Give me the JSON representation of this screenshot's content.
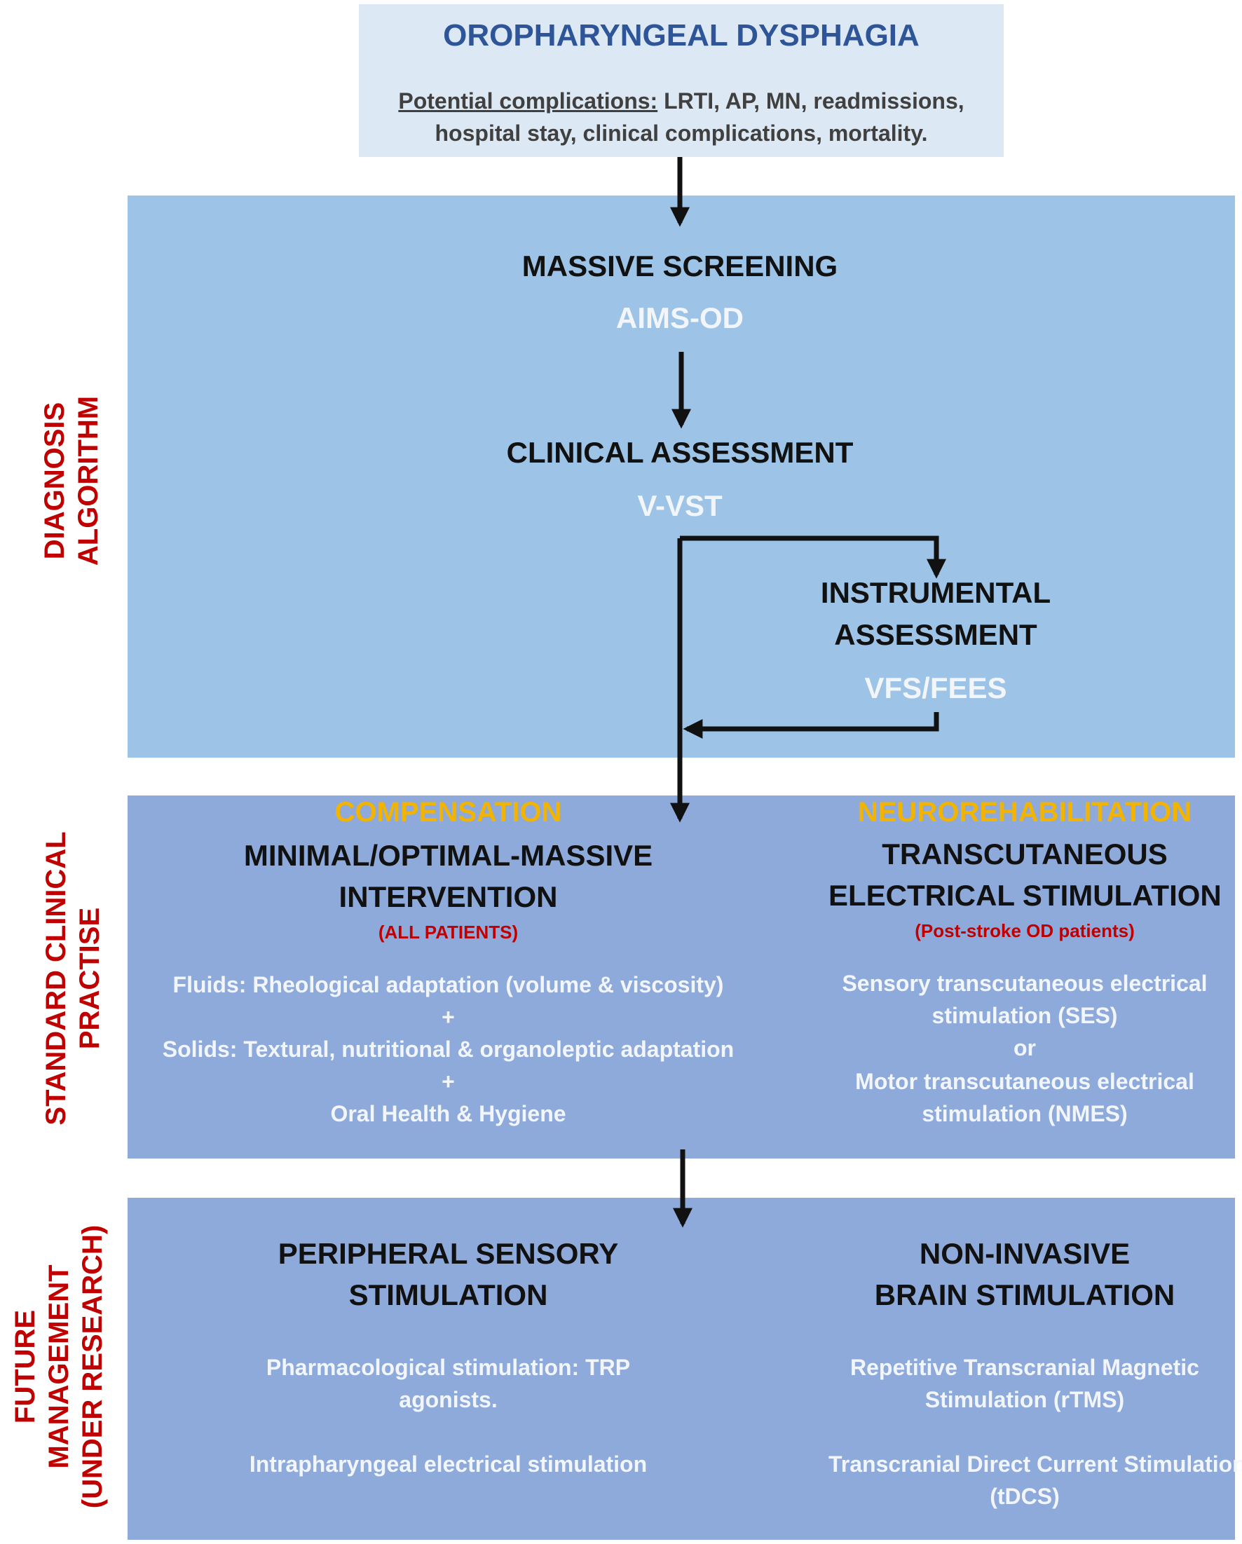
{
  "colors": {
    "top_box": "#dce8f4",
    "diagnosis_panel": "#9dc3e6",
    "lower_panels": "#8eaadb",
    "title_blue": "#2e5597",
    "label_red": "#c00000",
    "section_gold": "#f2b400"
  },
  "top": {
    "title": "OROPHARYNGEAL DYSPHAGIA",
    "complications_label": "Potential complications:",
    "complications_text": " LRTI, AP, MN, readmissions,",
    "complications_line2": "hospital stay, clinical complications, mortality."
  },
  "side_labels": {
    "diagnosis": [
      "DIAGNOSIS",
      "ALGORITHM"
    ],
    "standard": [
      "STANDARD CLINICAL",
      "PRACTISE"
    ],
    "future": [
      "FUTURE",
      "MANAGEMENT",
      "(UNDER RESEARCH)"
    ]
  },
  "diagnosis": {
    "screening_title": "MASSIVE SCREENING",
    "screening_tool": "AIMS-OD",
    "clinical_title": "CLINICAL ASSESSMENT",
    "clinical_tool": "V-VST",
    "instrumental_title_1": "INSTRUMENTAL",
    "instrumental_title_2": "ASSESSMENT",
    "instrumental_tool": "VFS/FEES"
  },
  "standard": {
    "left": {
      "header": "COMPENSATION",
      "title_1": "MINIMAL/OPTIMAL-MASSIVE",
      "title_2": "INTERVENTION",
      "audience": "(ALL PATIENTS)",
      "items": [
        "Fluids: Rheological adaptation (volume & viscosity)",
        "+",
        "Solids: Textural, nutritional & organoleptic adaptation",
        "+",
        "Oral Health & Hygiene"
      ]
    },
    "right": {
      "header": "NEUROREHABILITATION",
      "title_1": "TRANSCUTANEOUS",
      "title_2": "ELECTRICAL STIMULATION",
      "audience": "(Post-stroke OD patients)",
      "items": [
        "Sensory transcutaneous electrical",
        "stimulation (SES)",
        "or",
        "Motor transcutaneous electrical",
        "stimulation (NMES)"
      ]
    }
  },
  "future": {
    "left": {
      "title_1": "PERIPHERAL SENSORY",
      "title_2": "STIMULATION",
      "items": [
        "Pharmacological stimulation: TRP",
        "agonists.",
        "Intrapharyngeal electrical stimulation"
      ]
    },
    "right": {
      "title_1": "NON-INVASIVE",
      "title_2": "BRAIN STIMULATION",
      "items": [
        "Repetitive Transcranial Magnetic",
        "Stimulation (rTMS)",
        "Transcranial Direct Current Stimulation",
        "(tDCS)"
      ]
    }
  }
}
